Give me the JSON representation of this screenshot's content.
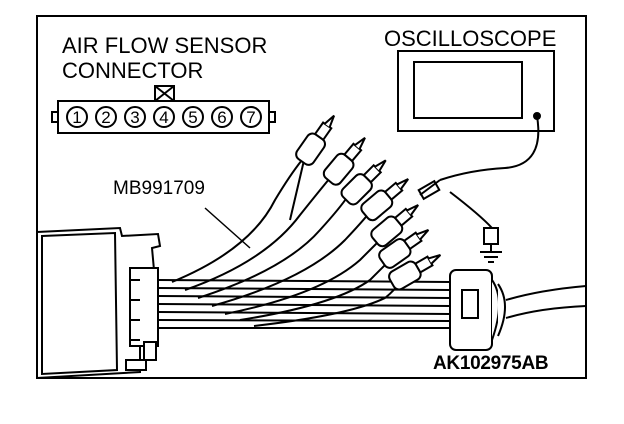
{
  "labels": {
    "connector_title_line1": "AIR FLOW SENSOR",
    "connector_title_line2": "CONNECTOR",
    "oscilloscope": "OSCILLOSCOPE",
    "harness_part": "MB991709",
    "figure_code": "AK102975AB"
  },
  "connector_pins": [
    "1",
    "2",
    "3",
    "4",
    "5",
    "6",
    "7"
  ],
  "colors": {
    "line": "#000000",
    "background": "#ffffff"
  }
}
